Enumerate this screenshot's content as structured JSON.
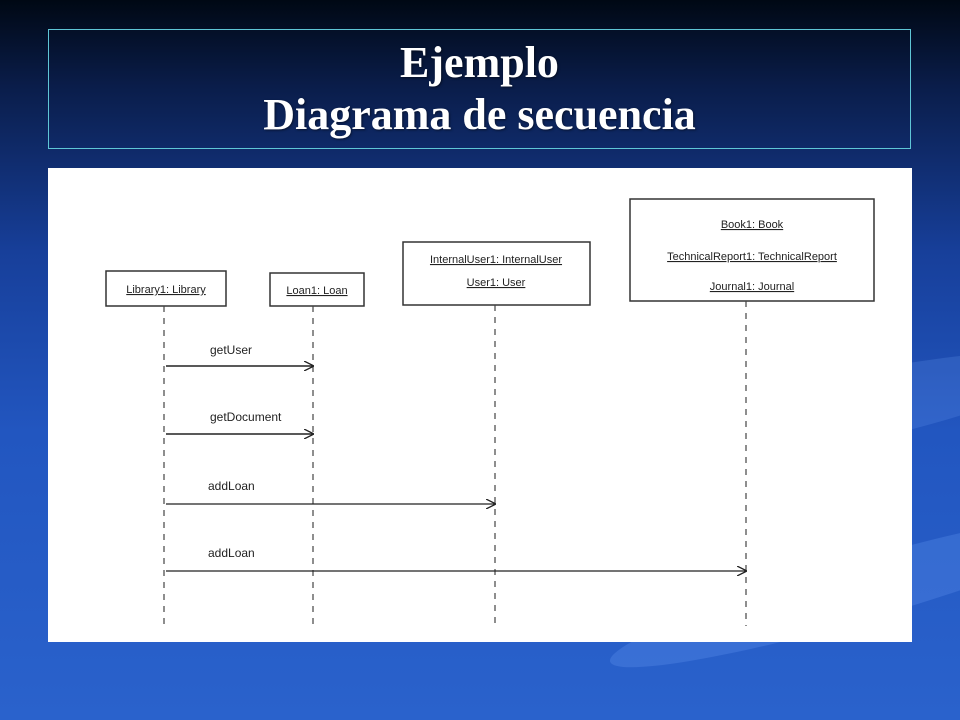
{
  "slide": {
    "title_line1": "Ejemplo",
    "title_line2": "Diagrama de secuencia"
  },
  "diagram": {
    "objects": [
      {
        "lines": [
          "Library1: Library"
        ]
      },
      {
        "lines": [
          "Loan1: Loan"
        ]
      },
      {
        "lines": [
          "InternalUser1: InternalUser",
          "User1: User"
        ]
      },
      {
        "lines": [
          "Book1: Book",
          "TechnicalReport1: TechnicalReport",
          "Journal1: Journal"
        ]
      }
    ],
    "messages": [
      {
        "label": "getUser",
        "from": 0,
        "to": 1
      },
      {
        "label": "getDocument",
        "from": 0,
        "to": 1
      },
      {
        "label": "addLoan",
        "from": 0,
        "to": 2
      },
      {
        "label": "addLoan",
        "from": 0,
        "to": 3
      }
    ]
  },
  "colors": {
    "background_top": "#000814",
    "background_bottom": "#2a62cc",
    "title_border": "#5fc6d6",
    "title_text": "#ffffff"
  }
}
